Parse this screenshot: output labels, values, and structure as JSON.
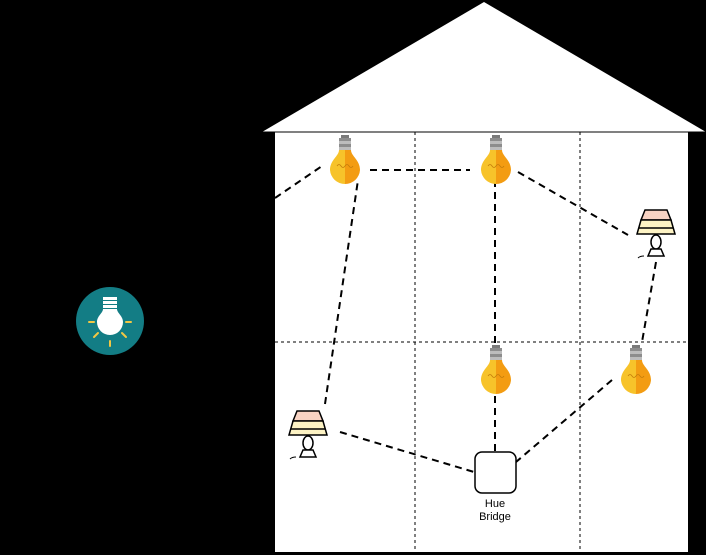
{
  "bridge": {
    "label_line1": "Hue",
    "label_line2": "Bridge"
  },
  "colors": {
    "background": "#000000",
    "house": "#ffffff",
    "bulb_yellow": "#f5b820",
    "bulb_orange": "#f39c12",
    "bulb_base": "#a0a0a0",
    "lamp_shade_top": "#f8d3c3",
    "lamp_shade_bottom": "#fdf3c4",
    "badge_teal": "#137d85",
    "badge_rays": "#f2c744"
  },
  "devices": [
    {
      "type": "bulb",
      "id": "bulb-top-left"
    },
    {
      "type": "bulb",
      "id": "bulb-top-middle"
    },
    {
      "type": "lamp",
      "id": "lamp-right"
    },
    {
      "type": "bulb",
      "id": "bulb-center"
    },
    {
      "type": "bulb",
      "id": "bulb-right"
    },
    {
      "type": "lamp",
      "id": "lamp-left"
    },
    {
      "type": "bridge",
      "id": "hue-bridge"
    }
  ],
  "icons": [
    "lightbulb-badge-icon",
    "bulb-icon",
    "table-lamp-icon",
    "hue-bridge-icon"
  ]
}
